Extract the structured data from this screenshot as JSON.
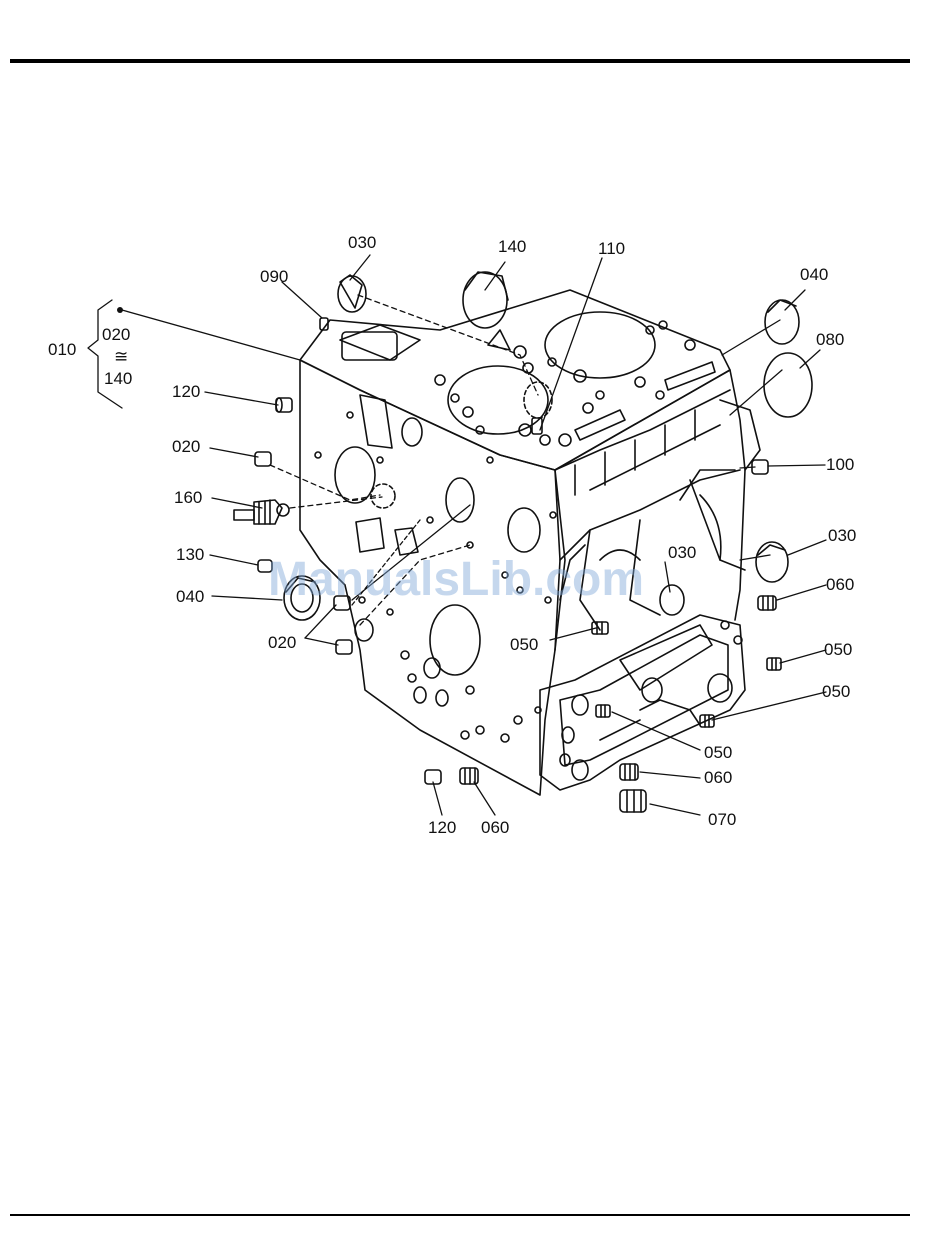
{
  "watermark": "ManualsLib.com",
  "parts": {
    "p010": "010",
    "p020_range_start": "020",
    "p020_range_sep": "≅",
    "p020_range_end": "140",
    "p030_top": "030",
    "p140": "140",
    "p110": "110",
    "p090": "090",
    "p040_top": "040",
    "p080": "080",
    "p120_top": "120",
    "p020_a": "020",
    "p160": "160",
    "p130": "130",
    "p040_left": "040",
    "p020_b": "020",
    "p100": "100",
    "p030_right": "030",
    "p030_mid": "030",
    "p060_right": "060",
    "p050_left": "050",
    "p050_r1": "050",
    "p050_r2": "050",
    "p050_bottom": "050",
    "p060_bottom": "060",
    "p070": "070",
    "p120_bottom": "120",
    "p060_low": "060"
  }
}
